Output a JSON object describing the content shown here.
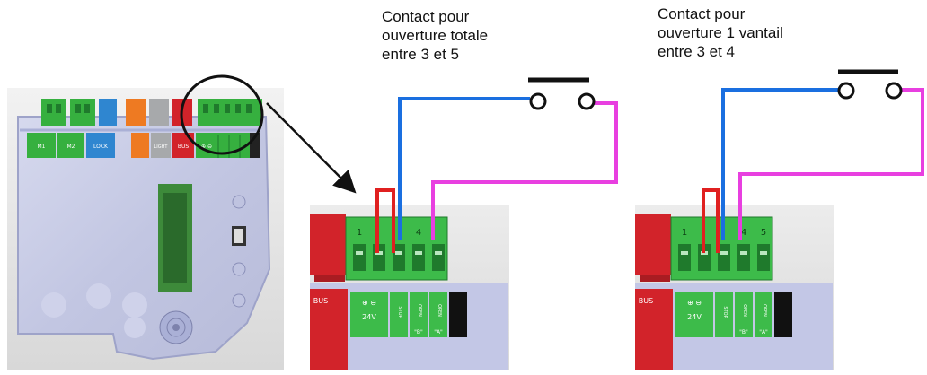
{
  "captions": {
    "left": {
      "lines": [
        "Contact pour",
        "ouverture totale",
        "entre 3 et 5"
      ]
    },
    "right": {
      "lines": [
        "Contact pour",
        "ouverture 1 vantail",
        "entre 3 et 4"
      ]
    }
  },
  "board": {
    "connector_labels": [
      "M1",
      "M2",
      "LOCK",
      "",
      "LIGHT",
      "BUS",
      "⊕ ⊖",
      "",
      "",
      "",
      ""
    ]
  },
  "zoom_left": {
    "terminal_numbers": [
      "1",
      "4"
    ],
    "bottom_labels": [
      "BUS",
      "⊕ ⊖",
      "24V",
      "STOP",
      "OPEN",
      "OPEN",
      "\"B\"",
      "\"A\""
    ]
  },
  "zoom_right": {
    "terminal_numbers": [
      "1",
      "4",
      "5"
    ],
    "bottom_labels": [
      "BUS",
      "⊕ ⊖",
      "24V",
      "STOP",
      "OPEN",
      "OPEN",
      "\"B\"",
      "\"A\""
    ]
  },
  "colors": {
    "wire_blue": "#1a6fe0",
    "wire_magenta": "#e83fe0",
    "wire_red": "#e02020",
    "terminal_green": "#3dbb4a",
    "terminal_dark": "#1f7a2c",
    "board_green": "#36b03f",
    "board_blue": "#2f86d0",
    "board_orange": "#ee7a22",
    "board_gray": "#a7a9ab",
    "board_red": "#d2232a",
    "housing": "#c9cde8"
  }
}
